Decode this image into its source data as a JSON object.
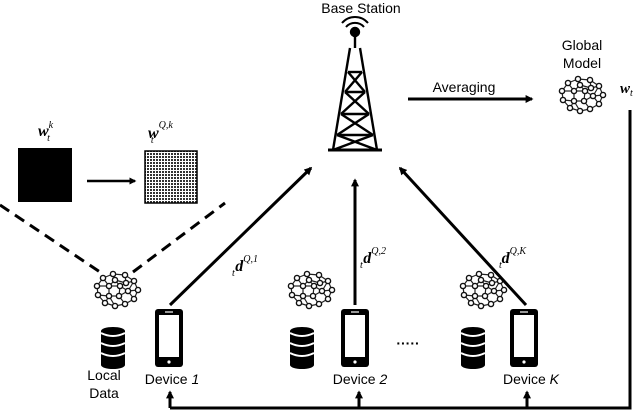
{
  "diagram": {
    "tower_label": "Base Station",
    "global_model_label_line1": "Global",
    "global_model_label_line2": "Model",
    "global_weight": {
      "base": "w",
      "sub": "t"
    },
    "averaging_label": "Averaging",
    "local_weight": {
      "base": "w",
      "sub": "t",
      "sup": "k"
    },
    "quant_weight": {
      "base": "w",
      "sub": "t",
      "sup": "Q,k"
    },
    "local_data_line1": "Local",
    "local_data_line2": "Data",
    "ellipsis": "·····",
    "devices": [
      {
        "prefix": "Device ",
        "index": "1",
        "update": {
          "base": "d",
          "sub": "t",
          "sup": "Q,1"
        }
      },
      {
        "prefix": "Device ",
        "index": "2",
        "update": {
          "base": "d",
          "sub": "t",
          "sup": "Q,2"
        }
      },
      {
        "prefix": "Device ",
        "index": "K",
        "update": {
          "base": "d",
          "sub": "t",
          "sup": "Q,K"
        }
      }
    ]
  }
}
